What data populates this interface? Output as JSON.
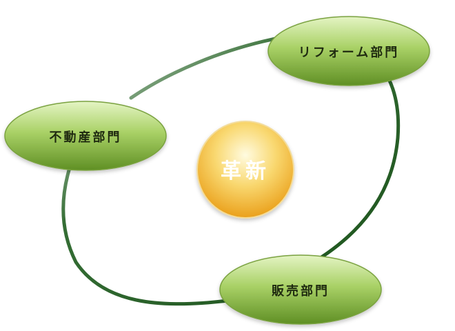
{
  "diagram": {
    "center": {
      "label": "革新"
    },
    "nodes": [
      {
        "id": "reform",
        "label": "リフォーム部門"
      },
      {
        "id": "realestate",
        "label": "不動産部門"
      },
      {
        "id": "sales",
        "label": "販売部門"
      }
    ]
  },
  "colors": {
    "ring": "#1f5e1f",
    "node_light": "#cfe9a0",
    "node_mid": "#8fc04a",
    "node_dark": "#5f8f24",
    "node_border": "#6f9a3a",
    "center_light": "#fff6c8",
    "center_mid": "#f8c74a",
    "center_dark": "#e79a12",
    "center_border": "#f0d38a"
  }
}
